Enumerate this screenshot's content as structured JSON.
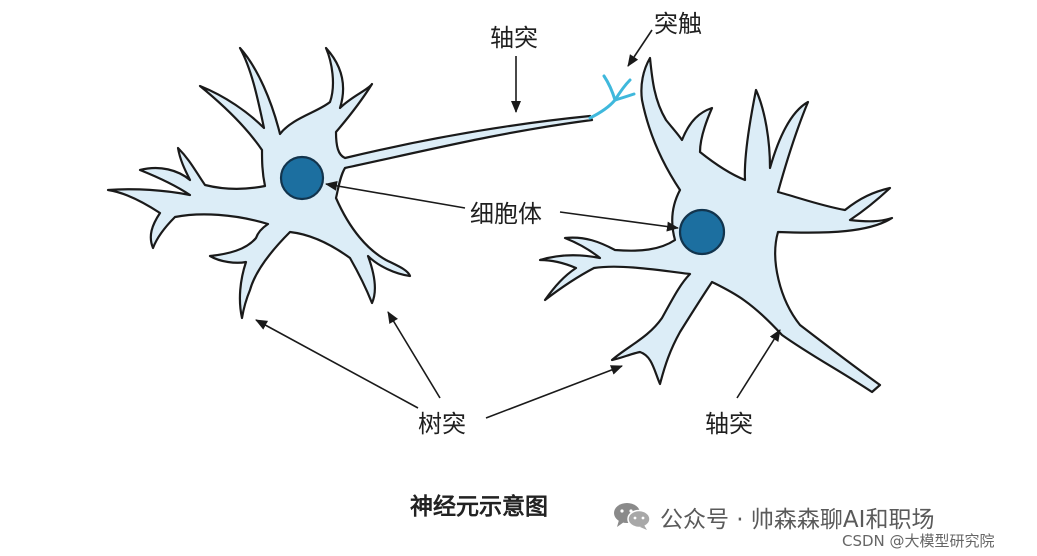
{
  "labels": {
    "axon_top": "轴突",
    "synapse": "突触",
    "soma": "细胞体",
    "dendrite": "树突",
    "axon_bottom": "轴突"
  },
  "caption": "神经元示意图",
  "watermark": {
    "icon": "wechat-icon",
    "text": "公众号 · 帅森森聊AI和职场",
    "csdn": "CSDN @大模型研究院"
  },
  "colors": {
    "cell_fill": "#dcedf7",
    "outline": "#1a1a1a",
    "nucleus": "#1c6fa0",
    "synapse": "#3fb8dc"
  }
}
